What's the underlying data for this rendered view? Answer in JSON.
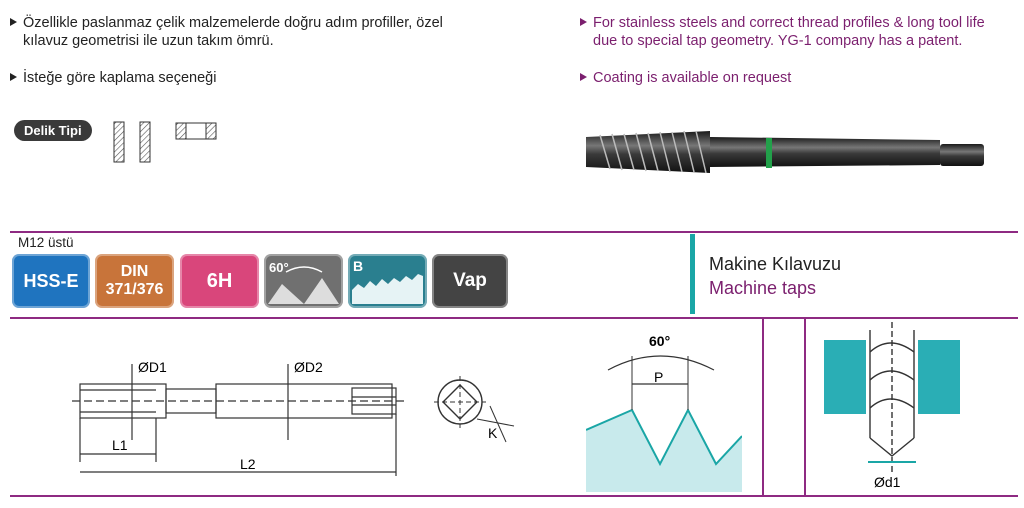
{
  "tr": {
    "bullet1_line1": "Özellikle paslanmaz çelik malzemelerde doğru adım profiller, özel",
    "bullet1_line2": "kılavuz geometrisi ile uzun takım ömrü.",
    "bullet2": "İsteğe göre kaplama seçeneği",
    "hole_type": "Delik Tipi"
  },
  "en": {
    "bullet1_line1": "For stainless steels and correct thread profiles & long tool life",
    "bullet1_line2": "due to special tap geometry. YG-1 company has a patent.",
    "bullet2": "Coating is available on request"
  },
  "badges": {
    "size_label": "M12 üstü",
    "hss": "HSS-E",
    "din_line1": "DIN",
    "din_line2": "371/376",
    "tolerance": "6H",
    "angle": "60°",
    "chamfer": "B",
    "coating": "Vap"
  },
  "product": {
    "title_tr": "Makine Kılavuzu",
    "title_en": "Machine taps"
  },
  "drawing": {
    "d1": "ØD1",
    "d2": "ØD2",
    "l1": "L1",
    "l2": "L2",
    "k": "K",
    "angle": "60°",
    "p": "P",
    "small_d1": "Ød1"
  },
  "colors": {
    "purple_text": "#7b1f6e",
    "divider": "#8e2a82",
    "teal": "#1aa6a6",
    "hss_blue": "#1f74bf",
    "din_orange": "#c8743a",
    "tolerance_pink": "#d9467b"
  }
}
